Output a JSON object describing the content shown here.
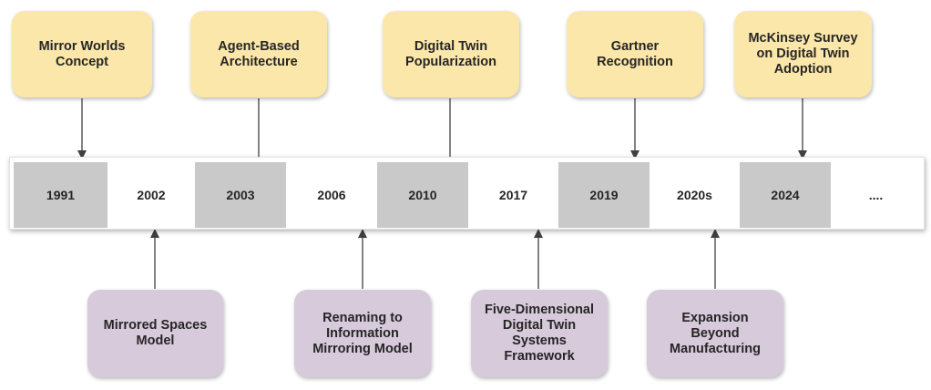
{
  "top_events": [
    {
      "label": "Mirror Worlds\nConcept"
    },
    {
      "label": "Agent-Based\nArchitecture"
    },
    {
      "label": "Digital Twin\nPopularization"
    },
    {
      "label": "Gartner\nRecognition"
    },
    {
      "label": "McKinsey Survey\non Digital Twin\nAdoption"
    }
  ],
  "years": [
    "1991",
    "2002",
    "2003",
    "2006",
    "2010",
    "2017",
    "2019",
    "2020s",
    "2024",
    "...."
  ],
  "bottom_events": [
    {
      "label": "Mirrored Spaces\nModel"
    },
    {
      "label": "Renaming to\nInformation\nMirroring Model"
    },
    {
      "label": "Five-Dimensional\nDigital Twin\nSystems\nFramework"
    },
    {
      "label": "Expansion\nBeyond\nManufacturing"
    }
  ],
  "colors": {
    "top_box": "#fbe7a9",
    "bottom_box": "#d7cadb",
    "timeline_grey": "#c9c9c9",
    "arrow": "#404040"
  }
}
